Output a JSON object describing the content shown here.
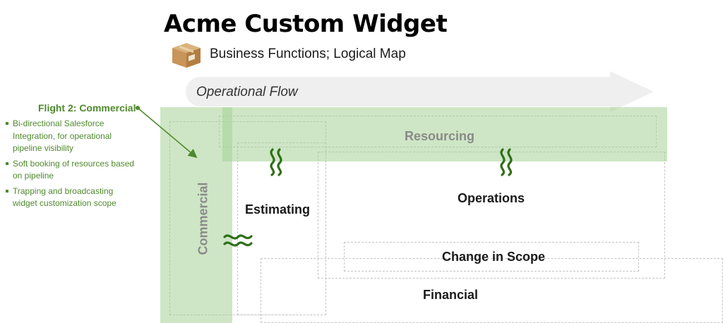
{
  "title": "Acme Custom Widget",
  "subtitle": "Business Functions;  Logical Map",
  "flow_label": "Operational Flow",
  "flight": {
    "title": "Flight 2: Commercial",
    "bullets": [
      "Bi-directional Salesforce Integration, for operational pipeline visibility",
      "Soft booking of resources based on pipeline",
      "Trapping and broadcasting widget customization scope"
    ]
  },
  "functions": {
    "resourcing": "Resourcing",
    "commercial": "Commercial",
    "estimating": "Estimating",
    "operations": "Operations",
    "change_in_scope": "Change in Scope",
    "financial": "Financial"
  },
  "icons": {
    "package": "package-box-icon",
    "integration": "wavy-connector-icon"
  },
  "colors": {
    "highlight_green": "#a5d296",
    "flight_text": "#4f8a2e",
    "integration_green": "#2f6f1a",
    "flow_arrow": "#efefef",
    "dashed_border": "#c4c4c4"
  }
}
